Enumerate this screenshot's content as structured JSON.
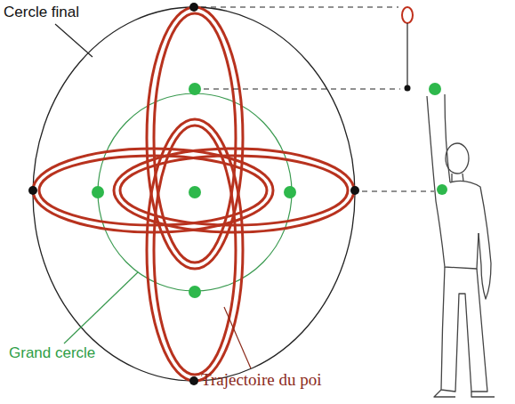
{
  "diagram": {
    "labels": [
      "Cercle final",
      "Grand cercle",
      "Trajectoire du poi"
    ]
  }
}
